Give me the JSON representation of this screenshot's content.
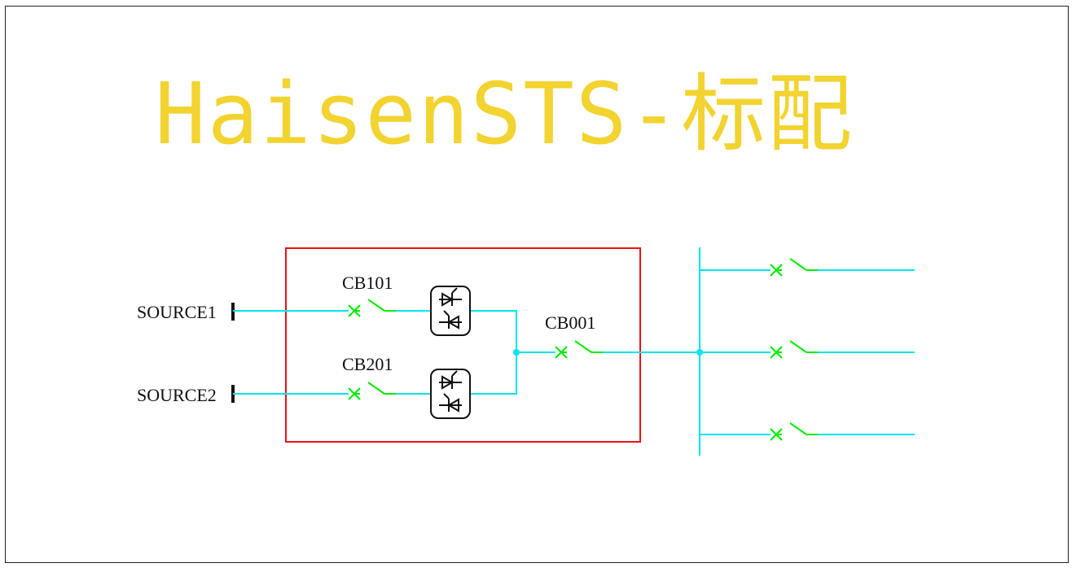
{
  "title": "HaisenSTS-标配",
  "sources": [
    {
      "label": "SOURCE1"
    },
    {
      "label": "SOURCE2"
    }
  ],
  "breakers": {
    "cb1": "CB101",
    "cb2": "CB201",
    "cb_out": "CB001"
  },
  "colors": {
    "wire": "#00e5ee",
    "breaker": "#00ee00",
    "enclosure": "#ee1111",
    "title": "#f2d330",
    "frame": "#222222"
  },
  "icons": [
    "scr-thyristor-icon",
    "breaker-icon",
    "junction-dot-icon",
    "source-terminal-icon"
  ]
}
